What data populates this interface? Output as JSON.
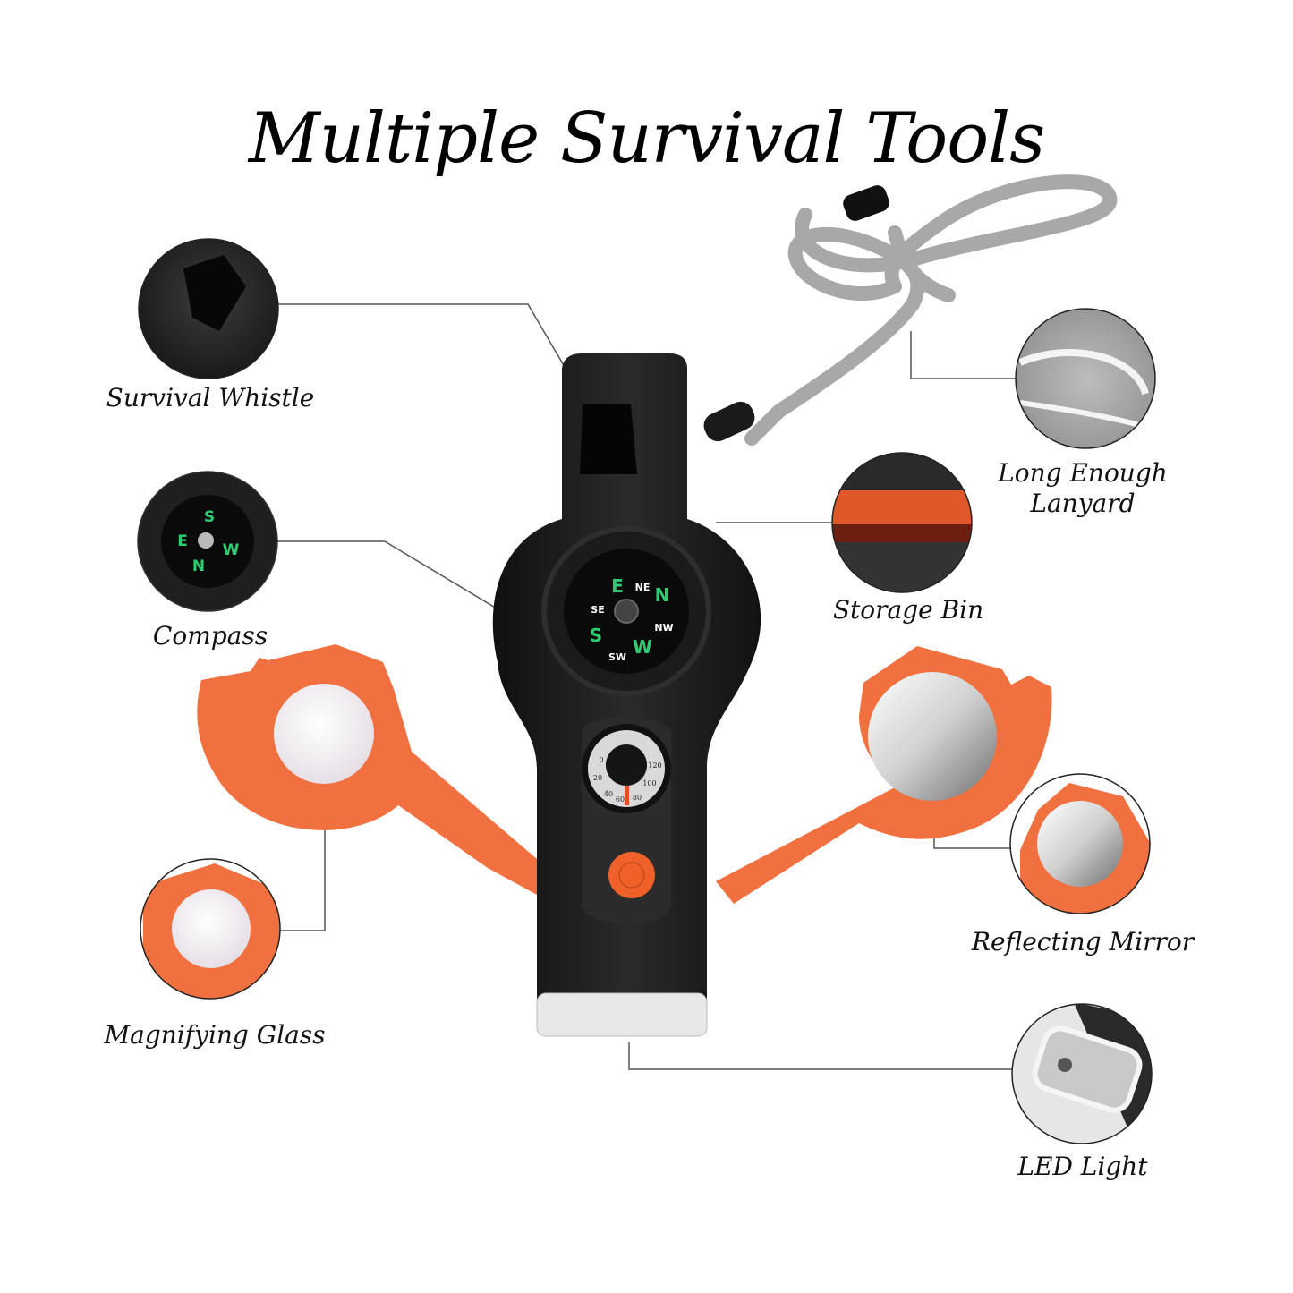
{
  "title": "Multiple Survival Tools",
  "features": [
    {
      "id": "whistle",
      "label": "Survival Whistle"
    },
    {
      "id": "compass",
      "label": "Compass"
    },
    {
      "id": "magnifier",
      "label": "Magnifying Glass"
    },
    {
      "id": "lanyard",
      "label": "Long Enough Lanyard"
    },
    {
      "id": "storage",
      "label": "Storage Bin"
    },
    {
      "id": "mirror",
      "label": "Reflecting Mirror"
    },
    {
      "id": "led",
      "label": "LED Light"
    }
  ],
  "compass_marks": [
    "N",
    "E",
    "S",
    "W",
    "NE",
    "SE",
    "SW",
    "NW"
  ],
  "thermometer_marks": [
    "0",
    "20",
    "40",
    "60",
    "80",
    "100",
    "120"
  ],
  "colors": {
    "orange": "#f0713f",
    "body": "#1f1f1f",
    "compass_green": "#2ecc71",
    "lanyard": "#a9a9a9"
  }
}
